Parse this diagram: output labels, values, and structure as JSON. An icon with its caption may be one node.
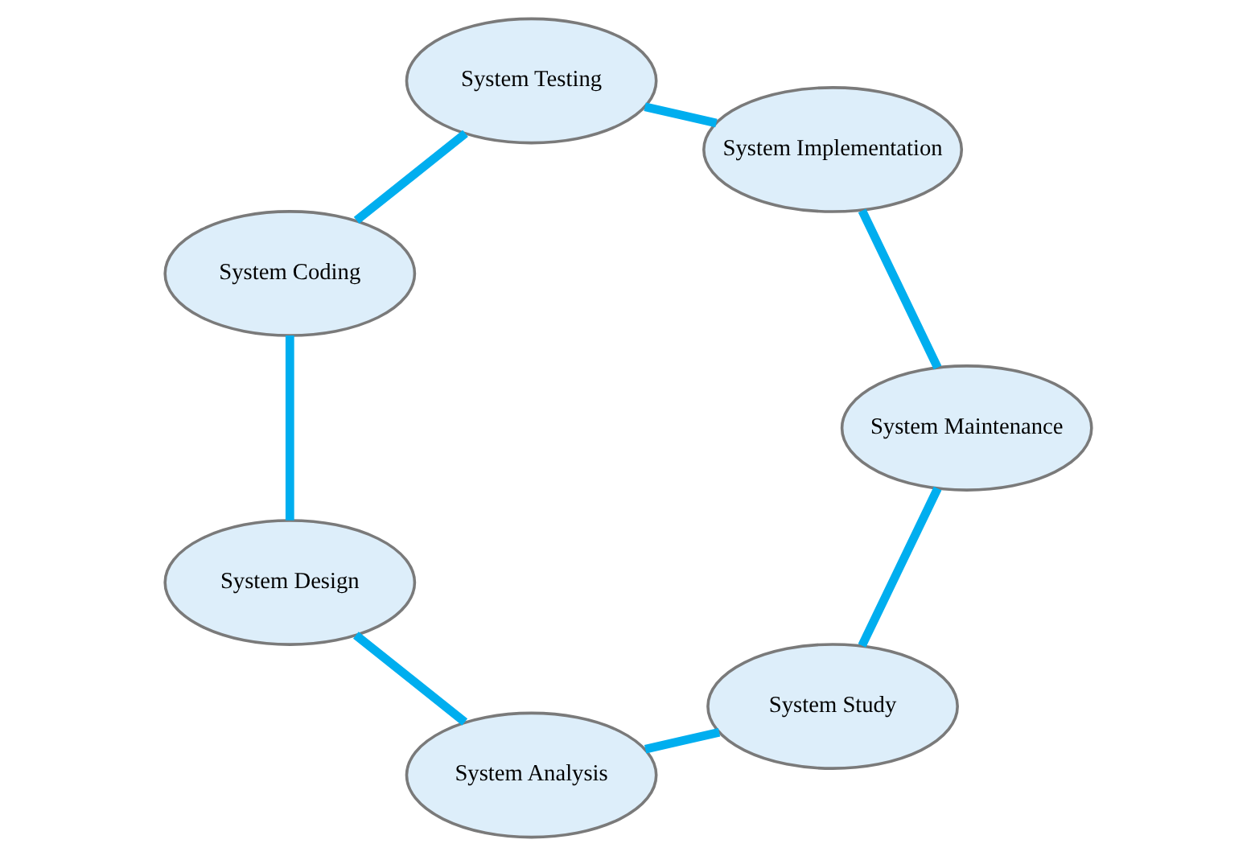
{
  "diagram": {
    "nodes": [
      {
        "text": [
          "System Study"
        ]
      },
      {
        "text": [
          "System Analysis"
        ]
      },
      {
        "text": [
          "System Design"
        ]
      },
      {
        "text": [
          "System Coding"
        ]
      },
      {
        "text": [
          "System Testing"
        ]
      },
      {
        "text": [
          "System Implementation"
        ]
      },
      {
        "text": [
          "System Maintenance"
        ]
      }
    ],
    "edges": [
      {
        "from": 0,
        "to": 1,
        "arrow": "none"
      },
      {
        "from": 1,
        "to": 2,
        "arrow": "none"
      },
      {
        "from": 2,
        "to": 3,
        "arrow": "none"
      },
      {
        "from": 3,
        "to": 4,
        "arrow": "none"
      },
      {
        "from": 4,
        "to": 5,
        "arrow": "none"
      },
      {
        "from": 5,
        "to": 6,
        "arrow": "none"
      },
      {
        "from": 6,
        "to": 0,
        "arrow": "none"
      }
    ]
  }
}
